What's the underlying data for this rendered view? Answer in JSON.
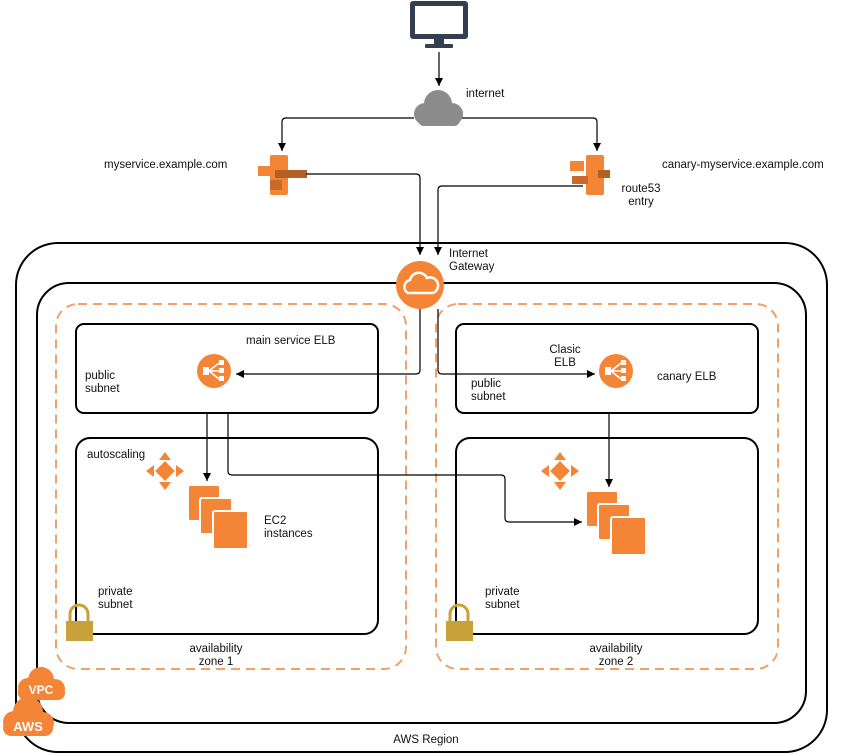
{
  "labels": {
    "internet": "internet",
    "myservice_domain": "myservice.example.com",
    "canary_domain": "canary-myservice.example.com",
    "route53_entry": "route53\nentry",
    "internet_gateway": "Internet\nGateway",
    "main_service_elb": "main service ELB",
    "classic_elb": "Clasic\nELB",
    "canary_elb": "canary ELB",
    "public_subnet_1": "public\nsubnet",
    "public_subnet_2": "public\nsubnet",
    "autoscaling": "autoscaling",
    "ec2_instances": "EC2\ninstances",
    "private_subnet_1": "private\nsubnet",
    "private_subnet_2": "private\nsubnet",
    "availability_zone_1": "availability\nzone 1",
    "availability_zone_2": "availability\nzone 2",
    "aws_region": "AWS Region",
    "vpc_badge": "VPC",
    "aws_badge": "AWS"
  },
  "icons": {
    "computer": "monitor-icon",
    "internet": "cloud-icon",
    "route53": "route53-icon",
    "gateway": "internet-gateway-icon",
    "elb": "load-balancer-icon",
    "autoscaling": "autoscaling-icon",
    "ec2": "ec2-instances-icon",
    "lock": "lock-icon"
  },
  "colors": {
    "aws_orange": "#F58536",
    "dashed_zone": "#F0A168",
    "cloud_gray": "#8C8C8C",
    "monitor": "#333F4F",
    "lock": "#C8A13A"
  }
}
